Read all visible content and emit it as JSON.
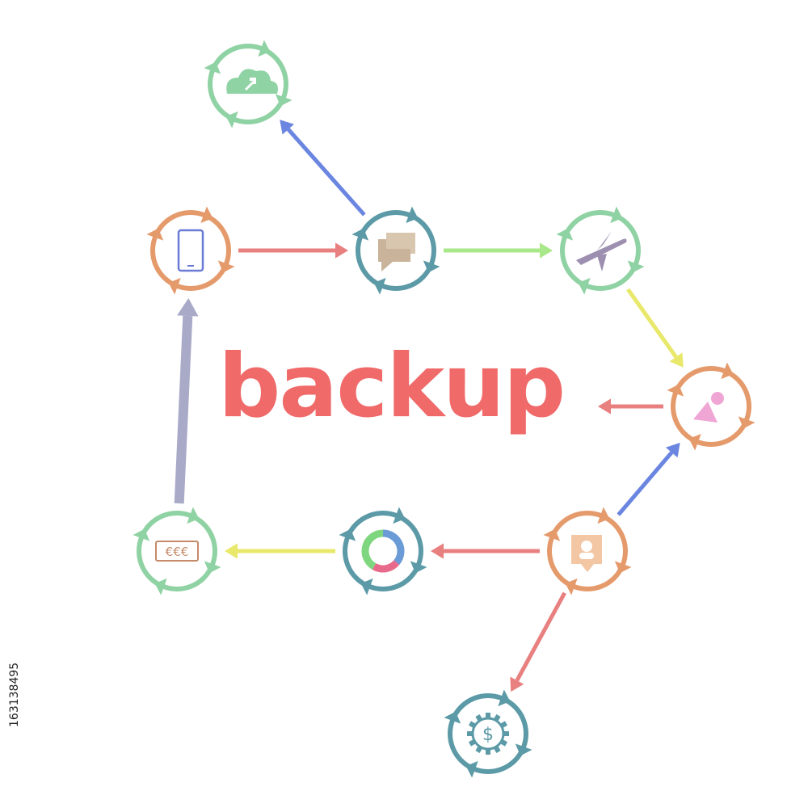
{
  "title": "backup",
  "stock_id": "163138495",
  "colors": {
    "title": "#f06a6a",
    "green": "#8fd2a3",
    "orange": "#e59a6b",
    "teal": "#5b9aa6",
    "red_arrow": "#e98080",
    "green_arrow": "#a8e88a",
    "yellow_arrow": "#e8e86a",
    "blue_arrow": "#6b86e0",
    "gray_arrow": "#a9a9c8"
  },
  "nodes": [
    {
      "id": "cloud-sync",
      "color": "green",
      "icon": "cloud-upload-icon"
    },
    {
      "id": "tablet",
      "color": "orange",
      "icon": "tablet-icon"
    },
    {
      "id": "chat",
      "color": "teal",
      "icon": "chat-bubble-icon"
    },
    {
      "id": "airplane",
      "color": "green",
      "icon": "airplane-icon"
    },
    {
      "id": "image",
      "color": "orange",
      "icon": "image-icon"
    },
    {
      "id": "user-card",
      "color": "orange",
      "icon": "user-badge-icon"
    },
    {
      "id": "donut-chart",
      "color": "teal",
      "icon": "donut-chart-icon"
    },
    {
      "id": "euro",
      "color": "green",
      "icon": "euro-note-icon"
    },
    {
      "id": "dollar",
      "color": "teal",
      "icon": "dollar-gear-icon"
    }
  ],
  "arrows": [
    {
      "from": "chat",
      "to": "cloud-sync",
      "color": "blue_arrow"
    },
    {
      "from": "tablet",
      "to": "chat",
      "color": "red_arrow"
    },
    {
      "from": "chat",
      "to": "airplane",
      "color": "green_arrow"
    },
    {
      "from": "airplane",
      "to": "image",
      "color": "yellow_arrow"
    },
    {
      "from": "image",
      "to": "title",
      "color": "red_arrow"
    },
    {
      "from": "user-card",
      "to": "image",
      "color": "blue_arrow"
    },
    {
      "from": "user-card",
      "to": "donut-chart",
      "color": "red_arrow"
    },
    {
      "from": "user-card",
      "to": "dollar",
      "color": "red_arrow"
    },
    {
      "from": "donut-chart",
      "to": "euro",
      "color": "yellow_arrow"
    },
    {
      "from": "euro",
      "to": "tablet",
      "color": "gray_arrow"
    }
  ]
}
